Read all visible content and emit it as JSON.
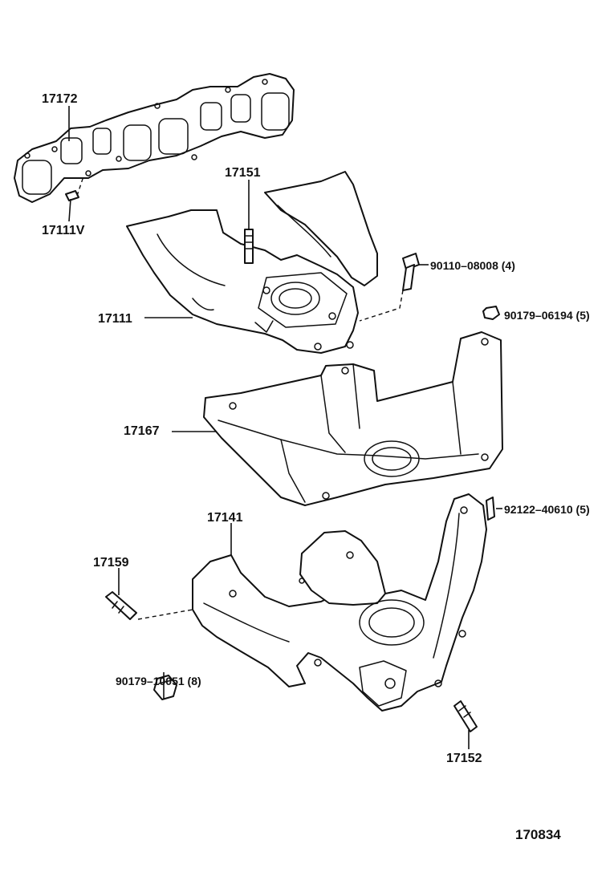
{
  "diagram": {
    "labels": {
      "p17172": "17172",
      "p17111v": "17111V",
      "p17151": "17151",
      "p90110": "90110–08008 (4)",
      "p17111": "17111",
      "p90179a": "90179–06194 (5)",
      "p17167": "17167",
      "p17141": "17141",
      "p92122": "92122–40610 (5)",
      "p17159": "17159",
      "p90179b": "90179–10051 (8)",
      "p17152": "17152",
      "figure_number": "170834"
    }
  }
}
